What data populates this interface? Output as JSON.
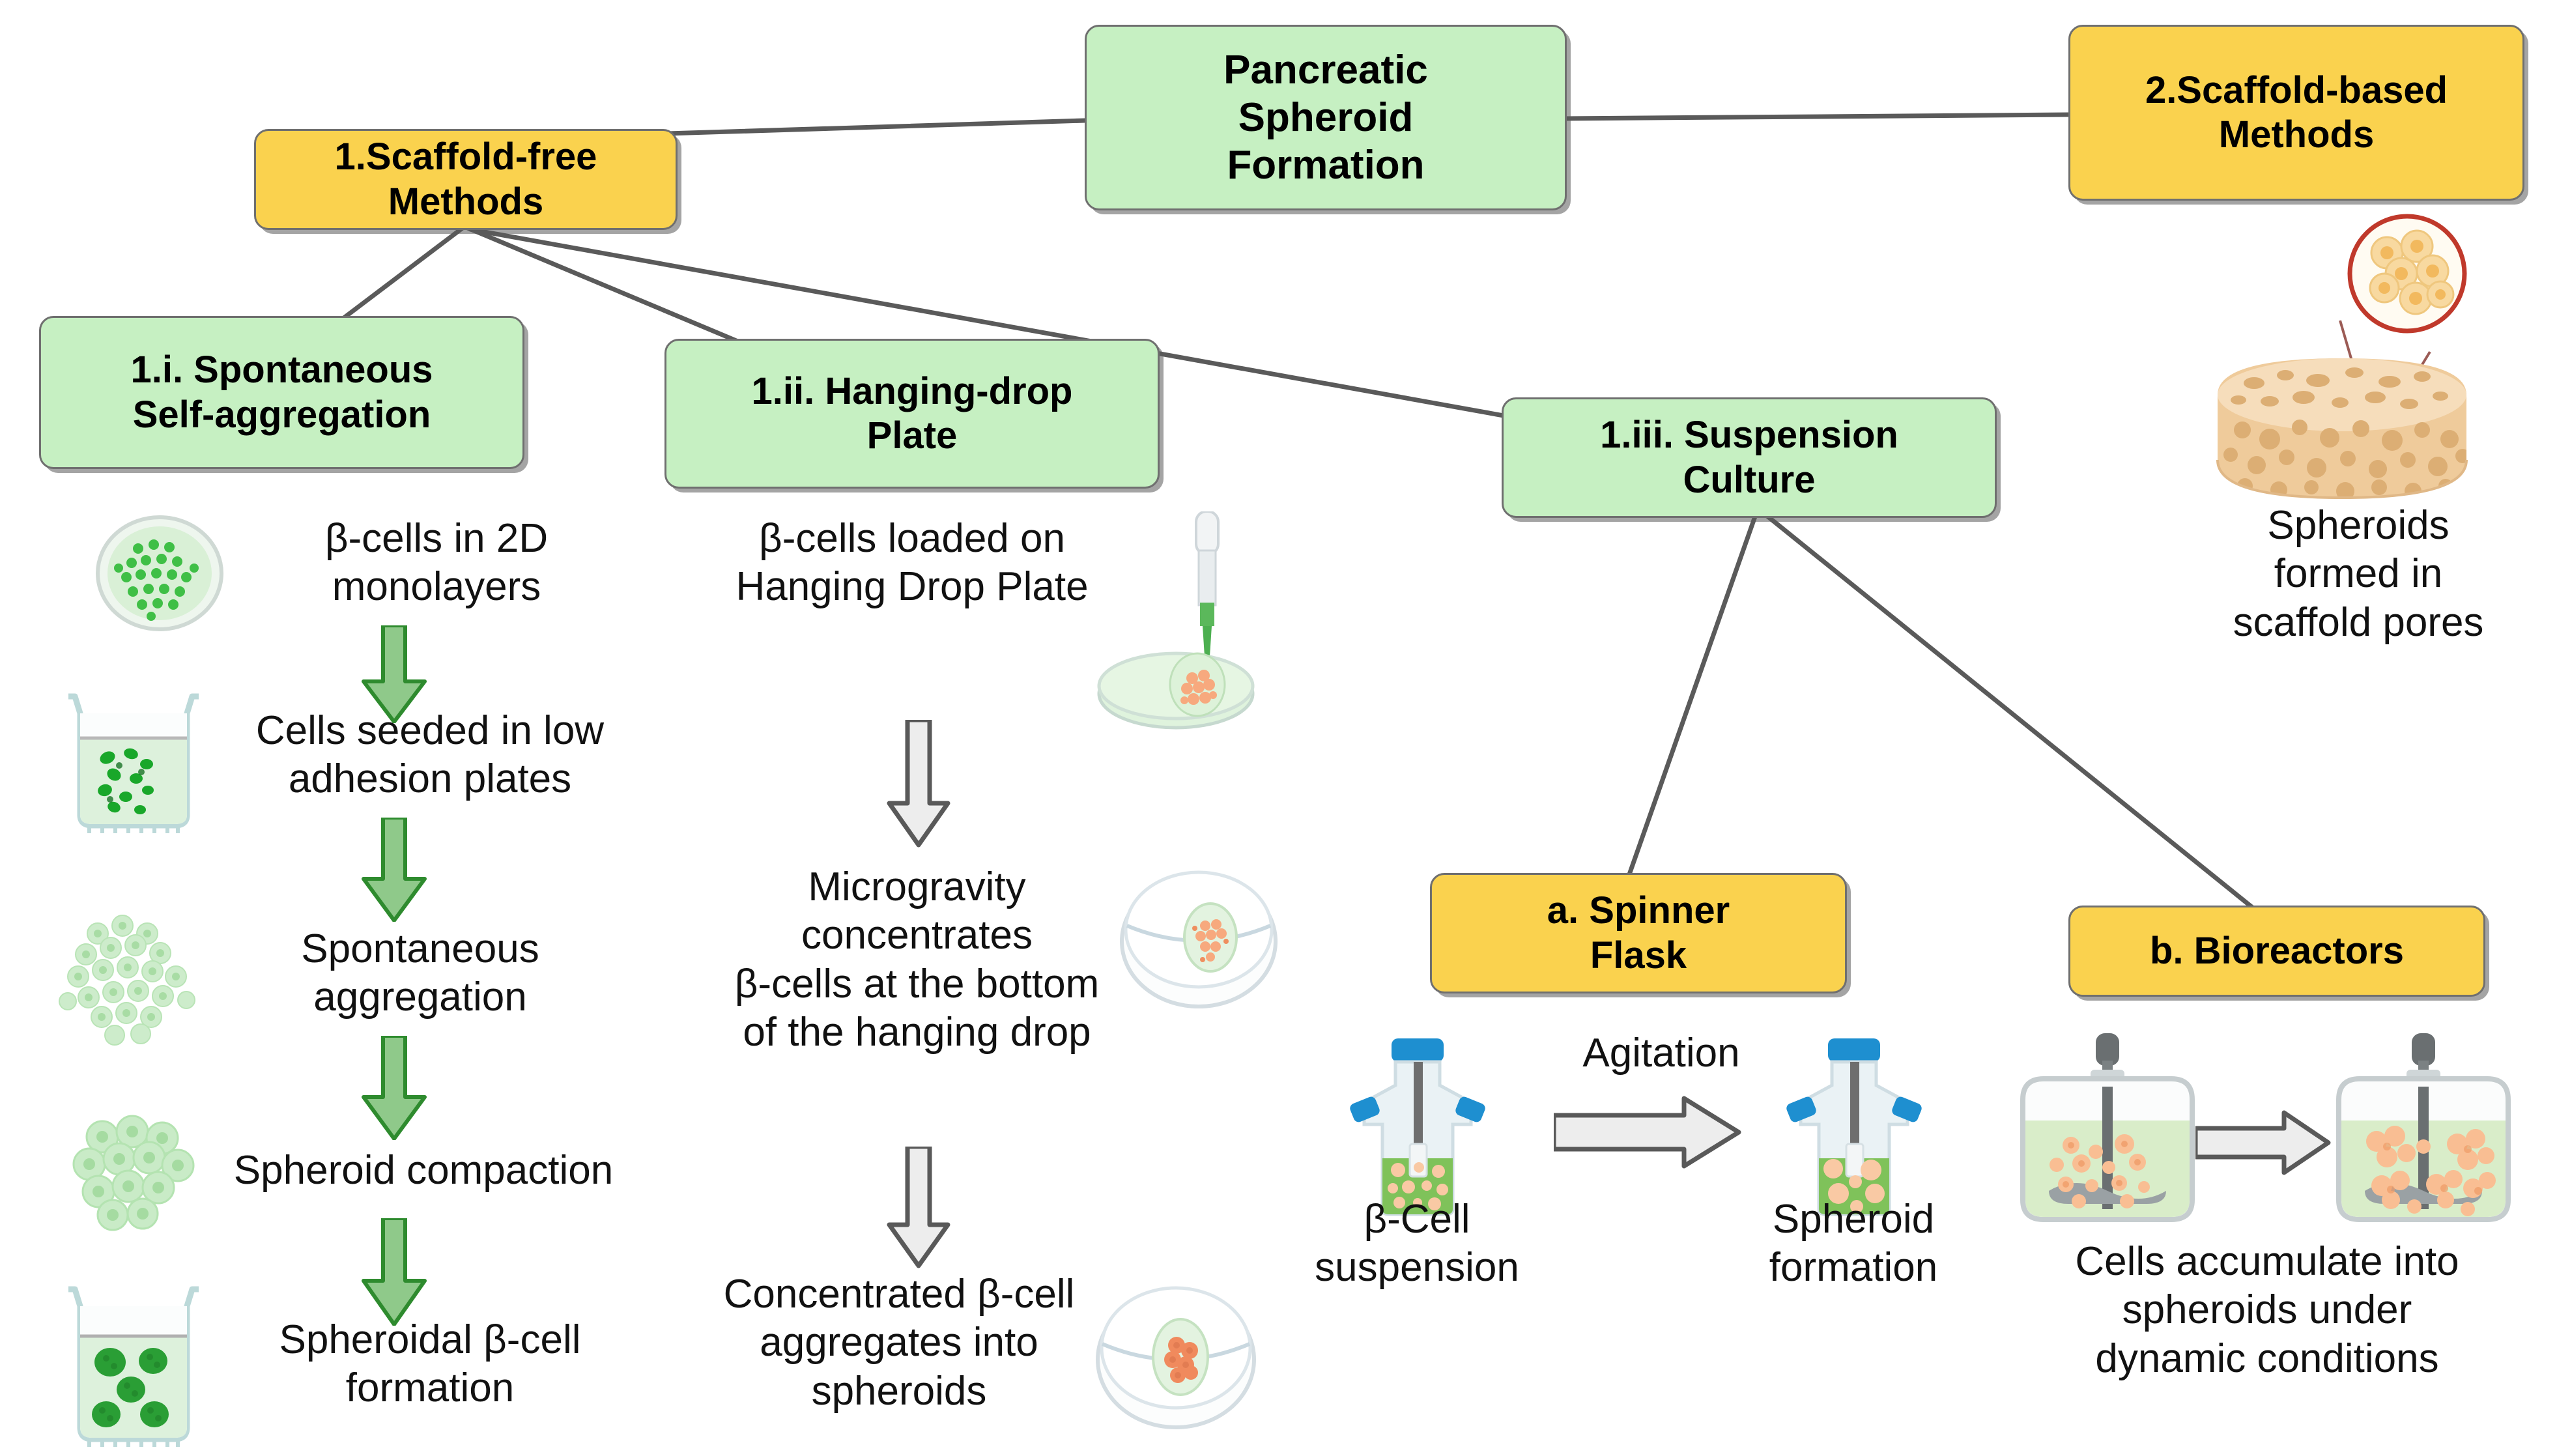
{
  "diagram": {
    "title": "Pancreatic Spheroid Formation",
    "colors": {
      "green_box": "#C6F0C2",
      "yellow_box": "#FAD24E",
      "box_border": "#6F6F6F",
      "green_arrow": "#8FC98A",
      "green_arrow_border": "#2E8B2E",
      "gray_arrow": "#EDEDED",
      "gray_arrow_border": "#595959",
      "connector": "#5A5A5A"
    }
  },
  "nodes": {
    "root": {
      "label": "Pancreatic\nSpheroid\nFormation",
      "color": "green"
    },
    "scaffold_free": {
      "label": "1.Scaffold-free\nMethods",
      "color": "yellow"
    },
    "scaffold_based": {
      "label": "2.Scaffold-based\nMethods",
      "color": "yellow"
    },
    "spontaneous": {
      "label": "1.i. Spontaneous\nSelf-aggregation",
      "color": "green"
    },
    "hanging_drop": {
      "label": "1.ii. Hanging-drop\nPlate",
      "color": "green"
    },
    "suspension": {
      "label": "1.iii. Suspension\nCulture",
      "color": "green"
    },
    "spinner_flask": {
      "label": "a. Spinner\nFlask",
      "color": "yellow"
    },
    "bioreactors": {
      "label": "b. Bioreactors",
      "color": "yellow"
    }
  },
  "column_spontaneous": {
    "steps": [
      {
        "text": "β-cells in 2D\nmonolayers",
        "icon": "dish-with-green-cells-icon"
      },
      {
        "text": "Cells seeded in low\nadhesion plates",
        "icon": "well-plate-with-cells-icon"
      },
      {
        "text": "Spontaneous\naggregation",
        "icon": "loose-cell-cluster-icon"
      },
      {
        "text": "Spheroid compaction",
        "icon": "compact-spheroid-icon"
      },
      {
        "text": "Spheroidal β-cell\nformation",
        "icon": "well-plate-with-spheroids-icon"
      }
    ],
    "arrow_count": 4,
    "arrow_style": "green-down-arrow"
  },
  "column_hanging_drop": {
    "steps": [
      {
        "text": "β-cells loaded on\nHanging Drop Plate",
        "icon": "pipette-over-dish-icon"
      },
      {
        "text": "Microgravity\nconcentrates\nβ-cells at the bottom\nof the hanging drop",
        "icon": "hanging-drop-dish-icon"
      },
      {
        "text": "Concentrated β-cell\naggregates into\nspheroids",
        "icon": "spheroid-dish-icon"
      }
    ],
    "arrow_count": 2,
    "arrow_style": "gray-down-arrow"
  },
  "column_spinner": {
    "left_caption": "β-Cell\nsuspension",
    "right_caption": "Spheroid\nformation",
    "arrow_label": "Agitation",
    "arrow_style": "gray-right-arrow",
    "left_icon": "spinner-flask-suspension-icon",
    "right_icon": "spinner-flask-spheroids-icon"
  },
  "column_bioreactor": {
    "caption": "Cells accumulate into\nspheroids under\ndynamic conditions",
    "arrow_style": "gray-right-arrow",
    "left_icon": "bioreactor-vessel-cells-icon",
    "right_icon": "bioreactor-vessel-spheroids-icon"
  },
  "column_scaffold": {
    "caption": "Spheroids\nformed in\nscaffold pores",
    "scaffold_icon": "porous-scaffold-disc-icon",
    "magnifier_icon": "magnified-spheroid-circle-icon"
  }
}
